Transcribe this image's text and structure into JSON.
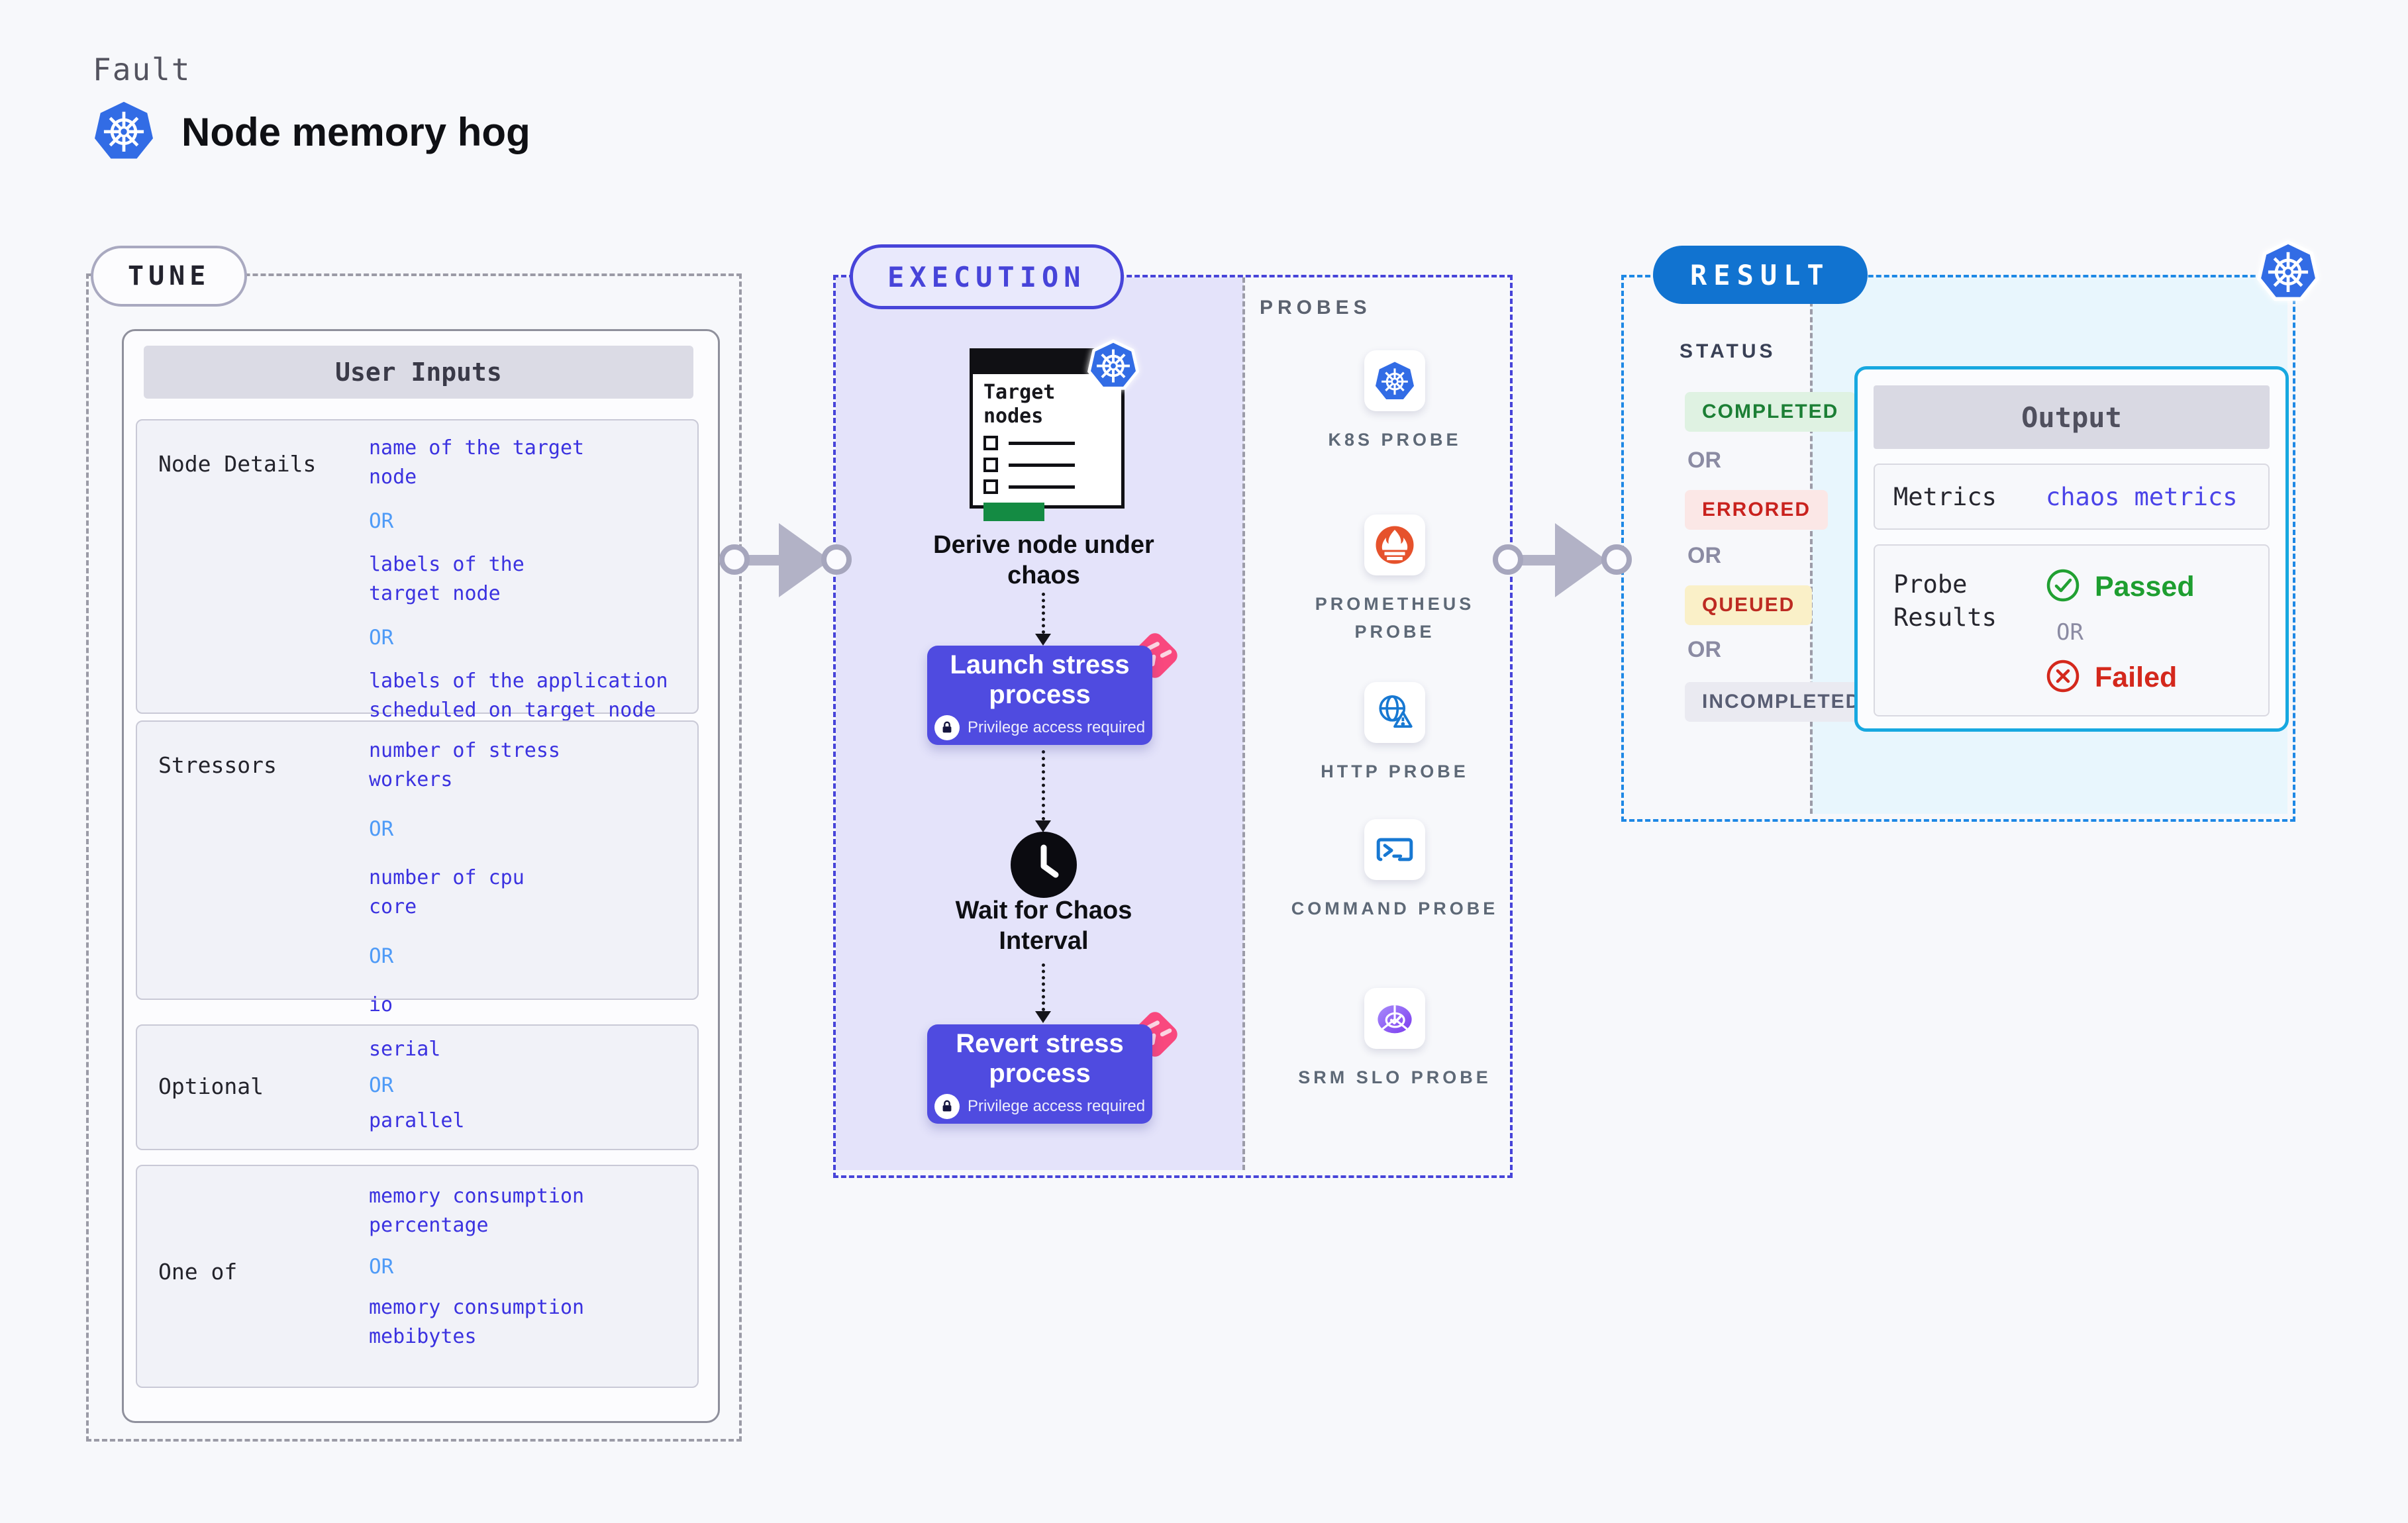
{
  "header": {
    "eyebrow": "Fault",
    "title": "Node memory hog"
  },
  "tune": {
    "badge": "TUNE",
    "panel_title": "User Inputs",
    "or_label": "OR",
    "rows": [
      {
        "label": "Node Details",
        "options": [
          "name of the target\nnode",
          "labels of the\ntarget node",
          "labels of the application\nscheduled on target node"
        ]
      },
      {
        "label": "Stressors",
        "options": [
          "number of stress\nworkers",
          "number of cpu\ncore",
          "io"
        ]
      },
      {
        "label": "Optional",
        "options": [
          "serial",
          "parallel"
        ]
      },
      {
        "label": "One of",
        "options": [
          "memory consumption\npercentage",
          "memory consumption\nmebibytes"
        ]
      }
    ]
  },
  "execution": {
    "badge": "EXECUTION",
    "target_card_title": "Target\nnodes",
    "derive_label": "Derive node under chaos",
    "launch_label": "Launch stress process",
    "wait_label": "Wait for Chaos Interval",
    "revert_label": "Revert stress process",
    "privilege_note": "Privilege access required"
  },
  "probes": {
    "title": "PROBES",
    "items": [
      {
        "label": "K8S PROBE",
        "icon": "kubernetes-icon"
      },
      {
        "label": "PROMETHEUS PROBE",
        "icon": "prometheus-icon"
      },
      {
        "label": "HTTP PROBE",
        "icon": "http-probe-icon"
      },
      {
        "label": "COMMAND PROBE",
        "icon": "command-probe-icon"
      },
      {
        "label": "SRM SLO PROBE",
        "icon": "srm-slo-icon"
      }
    ]
  },
  "result": {
    "badge": "RESULT",
    "status_title": "STATUS",
    "or_label": "OR",
    "statuses": [
      {
        "label": "COMPLETED",
        "bg": "#DFF2E2",
        "color": "#1C7F35"
      },
      {
        "label": "ERRORED",
        "bg": "#FBE7E6",
        "color": "#C9221E"
      },
      {
        "label": "QUEUED",
        "bg": "#FAF0C8",
        "color": "#BD2B22"
      },
      {
        "label": "INCOMPLETED",
        "bg": "#EAEAF1",
        "color": "#585D73"
      }
    ],
    "output": {
      "title": "Output",
      "metrics_label": "Metrics",
      "metrics_value": "chaos metrics",
      "probe_results_label": "Probe Results",
      "passed_label": "Passed",
      "or_label": "OR",
      "failed_label": "Failed"
    }
  },
  "colors": {
    "page_bg": "#F7F8FB",
    "kubernetes_blue": "#326CE5",
    "indigo_accent": "#4744D9",
    "execution_fill": "#E4E3FA",
    "result_blue": "#1173D0",
    "result_dash": "#1E88E5",
    "result_fill": "#E8F6FD",
    "output_border": "#17A8E0",
    "value_indigo": "#3B32E0",
    "or_blue": "#4F9BF7",
    "passed_green": "#1E9E30",
    "failed_red": "#D4281C",
    "queued_yellow_bg": "#FAF0C8",
    "button_indigo": "#4F4BE0",
    "chaos_pink": "#F9487E",
    "prometheus_orange": "#E6522C",
    "target_green": "#148B43"
  }
}
